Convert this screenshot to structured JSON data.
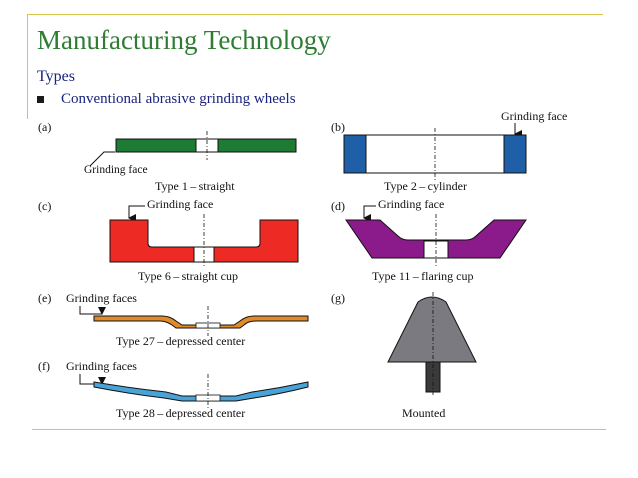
{
  "slide": {
    "title": "Manufacturing Technology",
    "subtitle": "Types",
    "bullet": "Conventional abrasive grinding wheels"
  },
  "figure": {
    "panels": {
      "a": {
        "tag": "(a)",
        "callout": "Grinding  face",
        "caption": "Type  1 – straight",
        "color": "#1e7b34"
      },
      "b": {
        "tag": "(b)",
        "callout": "Grinding  face",
        "caption": "Type  2 – cylinder",
        "color": "#1f5fa8"
      },
      "c": {
        "tag": "(c)",
        "callout": "Grinding  face",
        "caption": "Type  6 – straight  cup",
        "color": "#ee2a24"
      },
      "d": {
        "tag": "(d)",
        "callout": "Grinding  face",
        "caption": "Type  11 – flaring  cup",
        "color": "#8b1a8b"
      },
      "e": {
        "tag": "(e)",
        "callout": "Grinding  faces",
        "caption": "Type  27 – depressed  center",
        "color": "#e08a2a"
      },
      "f": {
        "tag": "(f)",
        "callout": "Grinding  faces",
        "caption": "Type  28 – depressed  center",
        "color": "#4aa3d6"
      },
      "g": {
        "tag": "(g)",
        "caption": "Mounted",
        "color": "#7a7a80"
      }
    }
  }
}
